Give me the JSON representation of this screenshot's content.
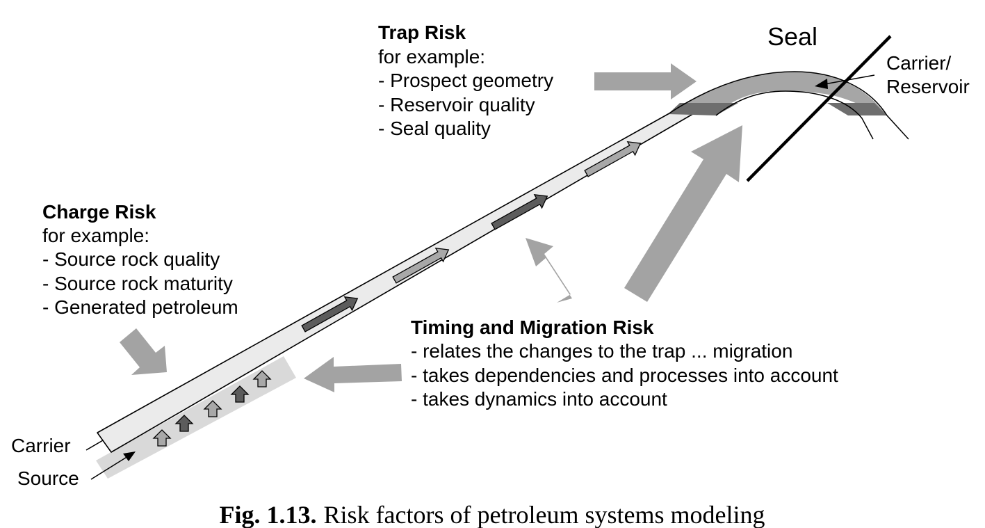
{
  "diagram": {
    "seal_label": "Seal",
    "carrier_reservoir_label": [
      "Carrier/",
      "Reservoir"
    ],
    "carrier_label": "Carrier",
    "source_label": "Source"
  },
  "trap_risk": {
    "title": "Trap Risk",
    "intro": "for example:",
    "items": [
      "- Prospect geometry",
      "- Reservoir quality",
      "- Seal quality"
    ]
  },
  "charge_risk": {
    "title": "Charge Risk",
    "intro": "for example:",
    "items": [
      "- Source rock quality",
      "- Source rock maturity",
      "- Generated petroleum"
    ]
  },
  "timing_risk": {
    "title": "Timing and Migration Risk",
    "items": [
      "- relates the changes to the trap ... migration",
      "- takes dependencies and processes into account",
      "- takes dynamics into account"
    ]
  },
  "caption": {
    "label": "Fig. 1.13.",
    "text": "Risk factors of petroleum systems modeling"
  },
  "colors": {
    "light_fill": "#ebebeb",
    "source_fill": "#d9d9d9",
    "reservoir_fill": "#a6a6a6",
    "dark_band": "#6e6e6e",
    "big_arrow": "#a3a3a3",
    "dark_arrow": "#5c5c5c",
    "mid_arrow": "#a8a8a8"
  }
}
